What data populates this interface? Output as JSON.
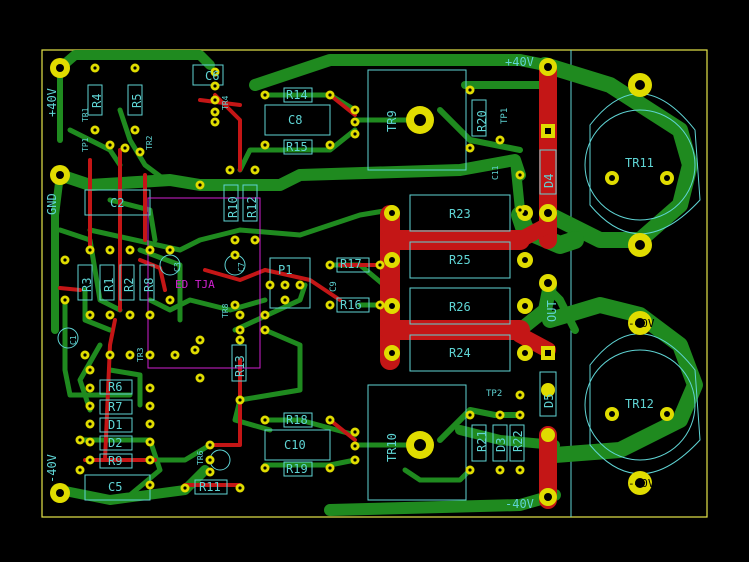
{
  "board": {
    "background": "#000000",
    "outline_color": "#e5e54a",
    "copper_bottom": "#1f8a1f",
    "copper_top": "#c41616",
    "pad_color": "#e0dc00",
    "silk_color": "#5fd4d4",
    "courtyard_color": "#d020d0"
  },
  "labels": {
    "pos40_left": "+40V",
    "gnd": "GND",
    "neg40_left": "-40V",
    "pos40_top": "+40V",
    "neg40_bottom": "-40V",
    "out": "OUT",
    "ed": "ED TJA",
    "tp1": "TP1",
    "tp2": "TP2"
  },
  "components": [
    {
      "ref": "R4"
    },
    {
      "ref": "R5"
    },
    {
      "ref": "TP1"
    },
    {
      "ref": "TR2"
    },
    {
      "ref": "C2"
    },
    {
      "ref": "R3"
    },
    {
      "ref": "R1"
    },
    {
      "ref": "R2"
    },
    {
      "ref": "R8"
    },
    {
      "ref": "C3"
    },
    {
      "ref": "C7"
    },
    {
      "ref": "C1"
    },
    {
      "ref": "P1"
    },
    {
      "ref": "R10"
    },
    {
      "ref": "R12"
    },
    {
      "ref": "C6"
    },
    {
      "ref": "TR4"
    },
    {
      "ref": "R14"
    },
    {
      "ref": "C8"
    },
    {
      "ref": "R15"
    },
    {
      "ref": "TR9"
    },
    {
      "ref": "R20"
    },
    {
      "ref": "C11"
    },
    {
      "ref": "D4"
    },
    {
      "ref": "TR11"
    },
    {
      "ref": "R23"
    },
    {
      "ref": "R25"
    },
    {
      "ref": "R26"
    },
    {
      "ref": "R24"
    },
    {
      "ref": "R17"
    },
    {
      "ref": "C9"
    },
    {
      "ref": "R16"
    },
    {
      "ref": "R13"
    },
    {
      "ref": "TR3"
    },
    {
      "ref": "TR8"
    },
    {
      "ref": "R6"
    },
    {
      "ref": "R7"
    },
    {
      "ref": "D1"
    },
    {
      "ref": "D2"
    },
    {
      "ref": "R9"
    },
    {
      "ref": "C5"
    },
    {
      "ref": "R11"
    },
    {
      "ref": "TR6"
    },
    {
      "ref": "R18"
    },
    {
      "ref": "C10"
    },
    {
      "ref": "R19"
    },
    {
      "ref": "TR10"
    },
    {
      "ref": "R21"
    },
    {
      "ref": "D3"
    },
    {
      "ref": "R22"
    },
    {
      "ref": "D5"
    },
    {
      "ref": "TR12"
    },
    {
      "ref": "TR1"
    }
  ],
  "mounting_labels": {
    "top_right": "-40V",
    "bottom_right": "-40V"
  }
}
